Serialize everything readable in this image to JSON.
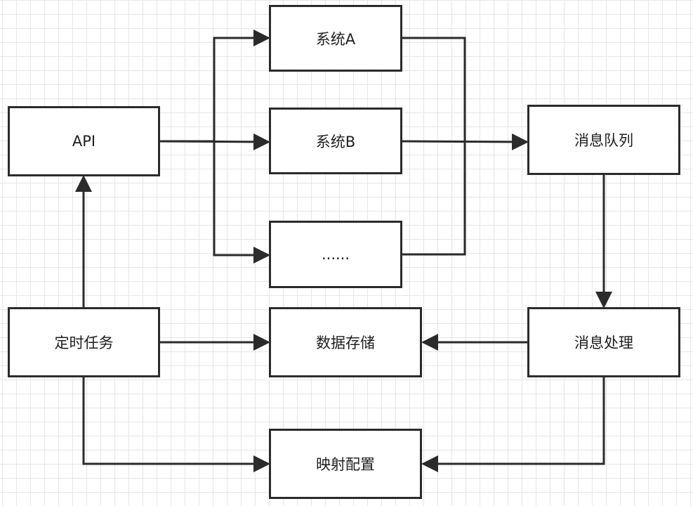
{
  "diagram": {
    "nodes": {
      "api": "API",
      "system_a": "系统A",
      "system_b": "系统B",
      "system_more": "......",
      "message_queue": "消息队列",
      "scheduled_task": "定时任务",
      "data_storage": "数据存储",
      "message_processing": "消息处理",
      "mapping_config": "映射配置"
    },
    "edges": [
      {
        "from": "api",
        "to": "system_a"
      },
      {
        "from": "api",
        "to": "system_b"
      },
      {
        "from": "api",
        "to": "system_more"
      },
      {
        "from": "system_a",
        "to": "message_queue"
      },
      {
        "from": "system_b",
        "to": "message_queue"
      },
      {
        "from": "system_more",
        "to": "message_queue"
      },
      {
        "from": "message_queue",
        "to": "message_processing"
      },
      {
        "from": "message_processing",
        "to": "data_storage"
      },
      {
        "from": "message_processing",
        "to": "mapping_config"
      },
      {
        "from": "scheduled_task",
        "to": "api"
      },
      {
        "from": "scheduled_task",
        "to": "data_storage"
      },
      {
        "from": "scheduled_task",
        "to": "mapping_config"
      }
    ],
    "colors": {
      "stroke": "#2b2b2b",
      "text": "#1e1e1e",
      "grid": "#e6e6e6",
      "background": "#ffffff"
    }
  }
}
